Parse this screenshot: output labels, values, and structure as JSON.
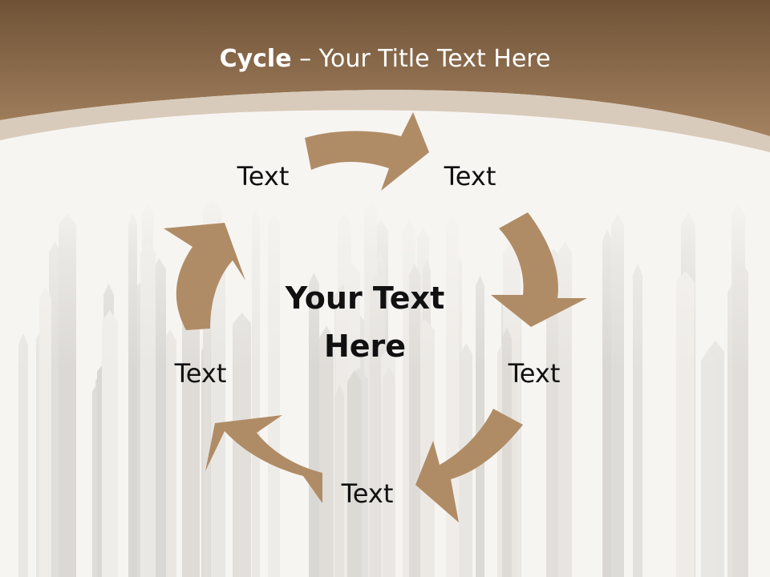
{
  "title": {
    "bold": "Cycle",
    "rest": " – Your Title Text Here"
  },
  "center": {
    "line1": "Your Text",
    "line2": "Here"
  },
  "labels": {
    "top_left": "Text",
    "top_right": "Text",
    "right": "Text",
    "bottom": "Text",
    "left": "Text"
  },
  "colors": {
    "header": "#8d6a45",
    "arrow": "#b08c66",
    "background": "#f7f5f2"
  }
}
